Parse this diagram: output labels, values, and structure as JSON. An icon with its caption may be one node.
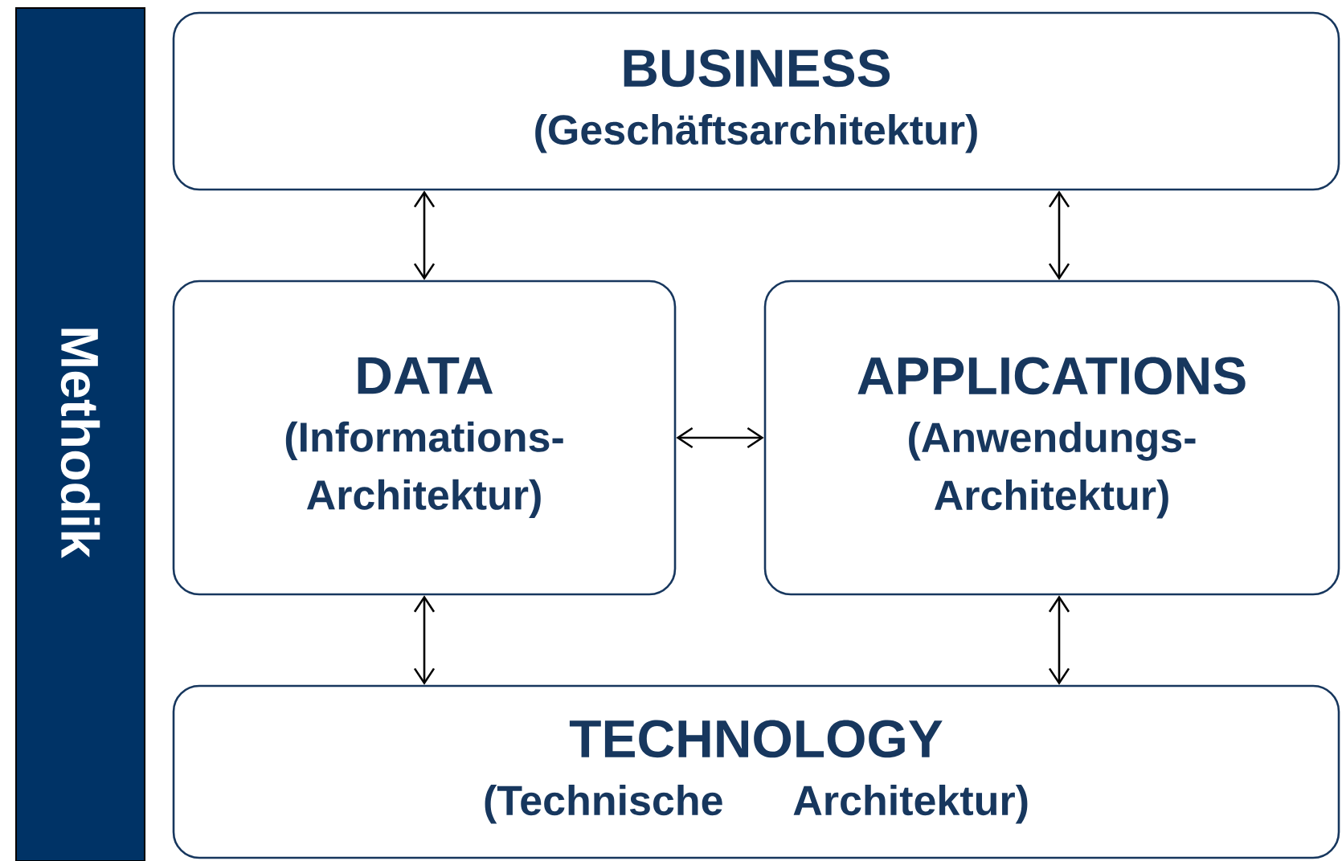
{
  "diagram": {
    "nodes": [
      {
        "text": [
          "Methodik"
        ]
      },
      {
        "text": [
          "BUSINESS",
          "(Geschäftsarchitektur)"
        ]
      },
      {
        "text": [
          "DATA",
          "(Informations- Architektur)"
        ]
      },
      {
        "text": [
          "APPLICATIONS",
          "(Anwendungs- Architektur)"
        ]
      },
      {
        "text": [
          "TECHNOLOGY",
          "(Technische Architektur)"
        ]
      }
    ],
    "edges": [
      {
        "from": 1,
        "to": 2,
        "arrow": "both"
      },
      {
        "from": 1,
        "to": 3,
        "arrow": "both"
      },
      {
        "from": 2,
        "to": 3,
        "arrow": "both"
      },
      {
        "from": 2,
        "to": 4,
        "arrow": "both"
      },
      {
        "from": 3,
        "to": 4,
        "arrow": "both"
      }
    ]
  }
}
